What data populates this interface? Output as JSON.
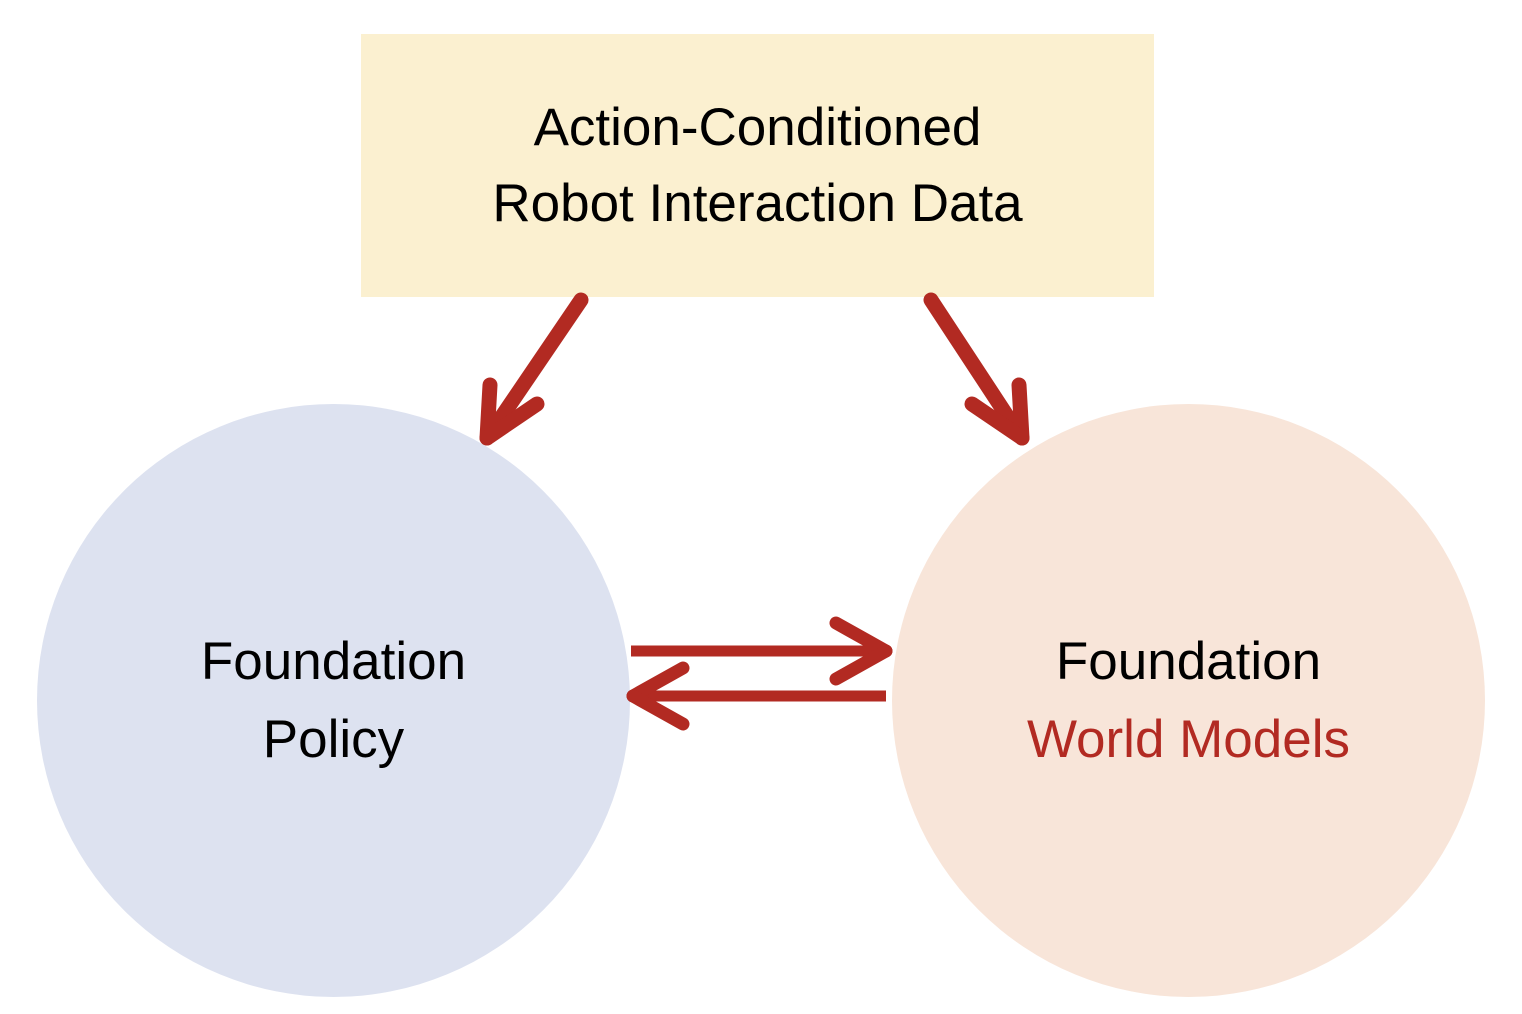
{
  "diagram": {
    "title_box": {
      "text": "Action-Conditioned\nRobot Interaction Data",
      "line1": "Action-Conditioned",
      "line2": "Robot Interaction Data",
      "fill_color": "#FBF0D0",
      "text_color": "#000000"
    },
    "nodes": [
      {
        "id": "foundation-policy",
        "line1": "Foundation",
        "line2": "Policy",
        "fill_color": "#DDE2F0",
        "line1_color": "#000000",
        "line2_color": "#000000"
      },
      {
        "id": "foundation-world-models",
        "line1": "Foundation",
        "line2": "World Models",
        "fill_color": "#F8E5D9",
        "line1_color": "#000000",
        "line2_color": "#B22A22"
      }
    ],
    "arrows": [
      {
        "id": "data-to-policy",
        "from": "title_box",
        "to": "foundation-policy",
        "direction": "down-left",
        "color": "#B22A22"
      },
      {
        "id": "data-to-world-models",
        "from": "title_box",
        "to": "foundation-world-models",
        "direction": "down-right",
        "color": "#B22A22"
      },
      {
        "id": "policy-to-world-models",
        "from": "foundation-policy",
        "to": "foundation-world-models",
        "direction": "right",
        "color": "#B22A22"
      },
      {
        "id": "world-models-to-policy",
        "from": "foundation-world-models",
        "to": "foundation-policy",
        "direction": "left",
        "color": "#B22A22"
      }
    ],
    "palette": {
      "background": "#ffffff",
      "accent_red": "#B22A22",
      "box_yellow": "#FBF0D0",
      "circle_blue": "#DDE2F0",
      "circle_peach": "#F8E5D9"
    }
  }
}
